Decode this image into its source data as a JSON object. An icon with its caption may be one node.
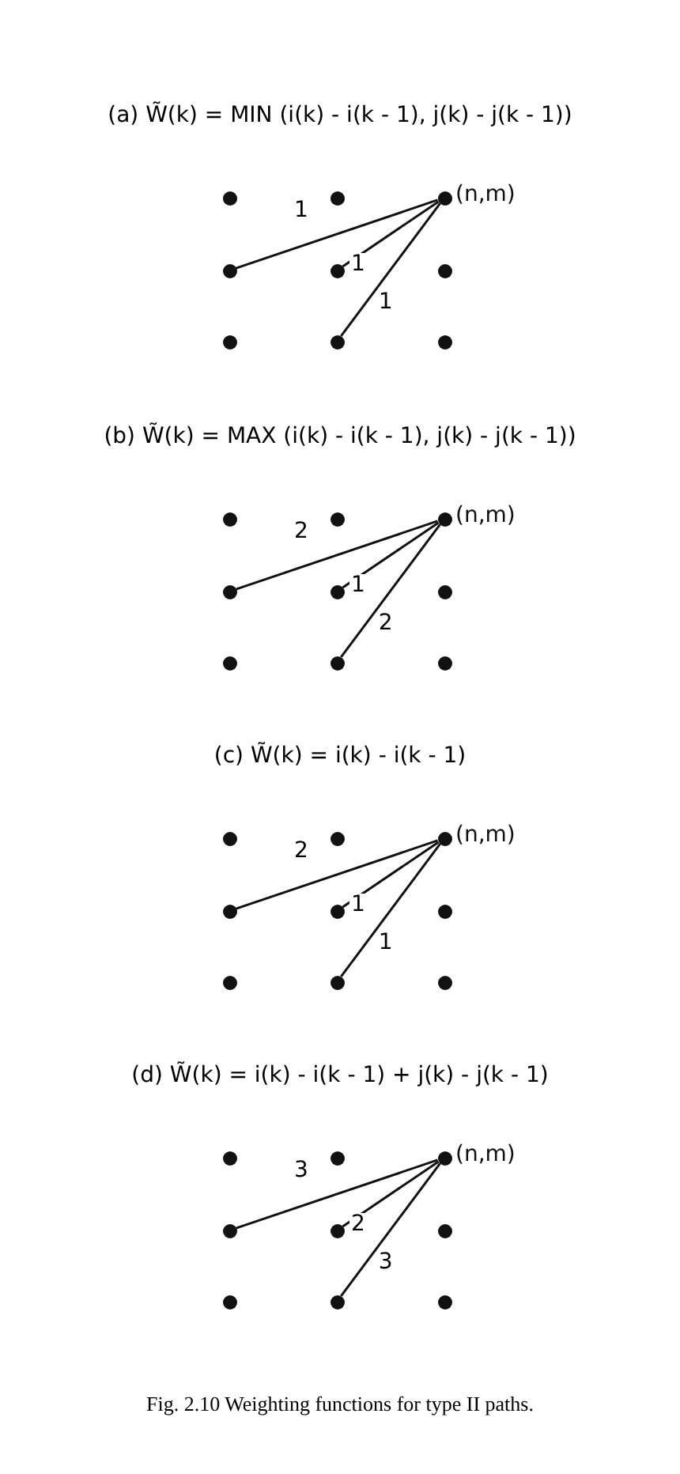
{
  "diagram": {
    "caption": "Fig. 2.10 Weighting functions for type II paths.",
    "nodes": [
      {
        "text": [],
        "shape": "circle"
      },
      {
        "text": [],
        "shape": "circle"
      },
      {
        "text": [],
        "shape": "circle",
        "beside": [
          "(n,m)"
        ]
      },
      {
        "text": [],
        "shape": "circle"
      },
      {
        "text": [],
        "shape": "circle"
      },
      {
        "text": [],
        "shape": "circle"
      },
      {
        "text": [],
        "shape": "circle"
      },
      {
        "text": [],
        "shape": "circle"
      },
      {
        "text": [],
        "shape": "circle"
      },
      {
        "text": [],
        "shape": "circle"
      },
      {
        "text": [],
        "shape": "circle"
      },
      {
        "text": [],
        "shape": "circle",
        "beside": [
          "(n,m)"
        ]
      },
      {
        "text": [],
        "shape": "circle"
      },
      {
        "text": [],
        "shape": "circle"
      },
      {
        "text": [],
        "shape": "circle"
      },
      {
        "text": [],
        "shape": "circle"
      },
      {
        "text": [],
        "shape": "circle"
      },
      {
        "text": [],
        "shape": "circle"
      },
      {
        "text": [],
        "shape": "circle"
      },
      {
        "text": [],
        "shape": "circle"
      },
      {
        "text": [],
        "shape": "circle",
        "beside": [
          "(n,m)"
        ]
      },
      {
        "text": [],
        "shape": "circle"
      },
      {
        "text": [],
        "shape": "circle"
      },
      {
        "text": [],
        "shape": "circle"
      },
      {
        "text": [],
        "shape": "circle"
      },
      {
        "text": [],
        "shape": "circle"
      },
      {
        "text": [],
        "shape": "circle"
      },
      {
        "text": [],
        "shape": "circle"
      },
      {
        "text": [],
        "shape": "circle"
      },
      {
        "text": [],
        "shape": "circle",
        "beside": [
          "(n,m)"
        ]
      },
      {
        "text": [],
        "shape": "circle"
      },
      {
        "text": [],
        "shape": "circle"
      },
      {
        "text": [],
        "shape": "circle"
      },
      {
        "text": [],
        "shape": "circle"
      },
      {
        "text": [],
        "shape": "circle"
      },
      {
        "text": [],
        "shape": "circle"
      }
    ],
    "edges": [
      {
        "from": 3,
        "to": 2,
        "arrow": "none",
        "label": "1"
      },
      {
        "from": 4,
        "to": 2,
        "arrow": "none",
        "label": "1"
      },
      {
        "from": 7,
        "to": 2,
        "arrow": "none",
        "label": "1"
      },
      {
        "from": 12,
        "to": 11,
        "arrow": "none",
        "label": "2"
      },
      {
        "from": 13,
        "to": 11,
        "arrow": "none",
        "label": "1"
      },
      {
        "from": 16,
        "to": 11,
        "arrow": "none",
        "label": "2"
      },
      {
        "from": 21,
        "to": 20,
        "arrow": "none",
        "label": "2"
      },
      {
        "from": 22,
        "to": 20,
        "arrow": "none",
        "label": "1"
      },
      {
        "from": 25,
        "to": 20,
        "arrow": "none",
        "label": "1"
      },
      {
        "from": 30,
        "to": 29,
        "arrow": "none",
        "label": "3"
      },
      {
        "from": 31,
        "to": 29,
        "arrow": "none",
        "label": "2"
      },
      {
        "from": 34,
        "to": 29,
        "arrow": "none",
        "label": "3"
      }
    ],
    "labels": [
      "(a) W̃(k) = MIN (i(k) - i(k - 1), j(k) - j(k - 1))",
      "(b) W̃(k) = MAX (i(k) - i(k - 1), j(k) - j(k - 1))",
      "(c) W̃(k) = i(k) - i(k - 1)",
      "(d) W̃(k) = i(k) - i(k - 1) + j(k) - j(k - 1)"
    ]
  }
}
